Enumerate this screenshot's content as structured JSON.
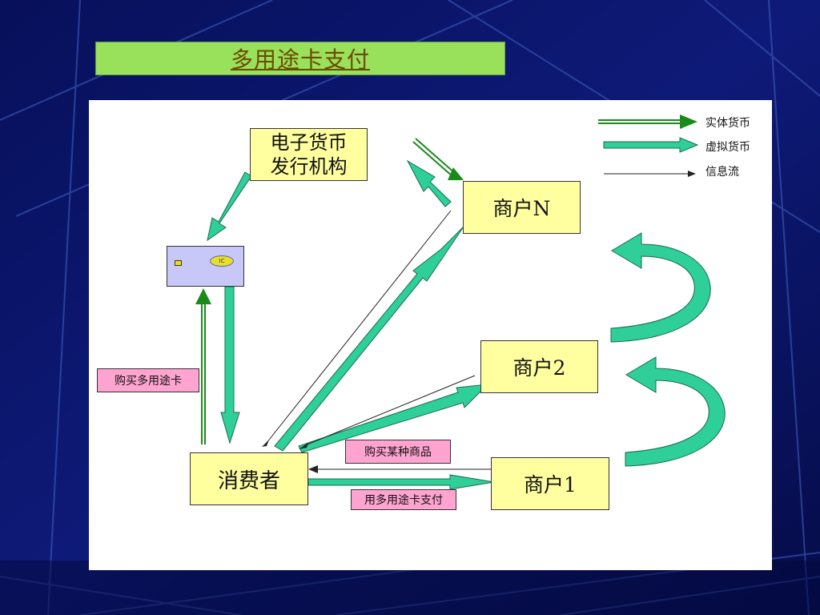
{
  "title": "多用途卡支付",
  "nodes": {
    "issuer": "电子货币\n发行机构",
    "merchant_n": "商户N",
    "merchant_2": "商户2",
    "merchant_1": "商户1",
    "consumer": "消费者"
  },
  "tags": {
    "buy_card": "购买多用途卡",
    "buy_goods": "购买某种商品",
    "pay_with_card": "用多用途卡支付"
  },
  "legend": {
    "physical_currency": "实体货币",
    "virtual_currency": "虚拟货币",
    "information_flow": "信息流"
  },
  "card_label": "IC",
  "colors": {
    "background": "#0a1466",
    "title_bar": "#99e15a",
    "node_fill": "#ffffa0",
    "tag_fill": "#ffa4d0",
    "virtual_arrow": "#2fcf9a",
    "physical_arrow": "#1a8a1a",
    "card_fill": "#c8c8f8"
  }
}
